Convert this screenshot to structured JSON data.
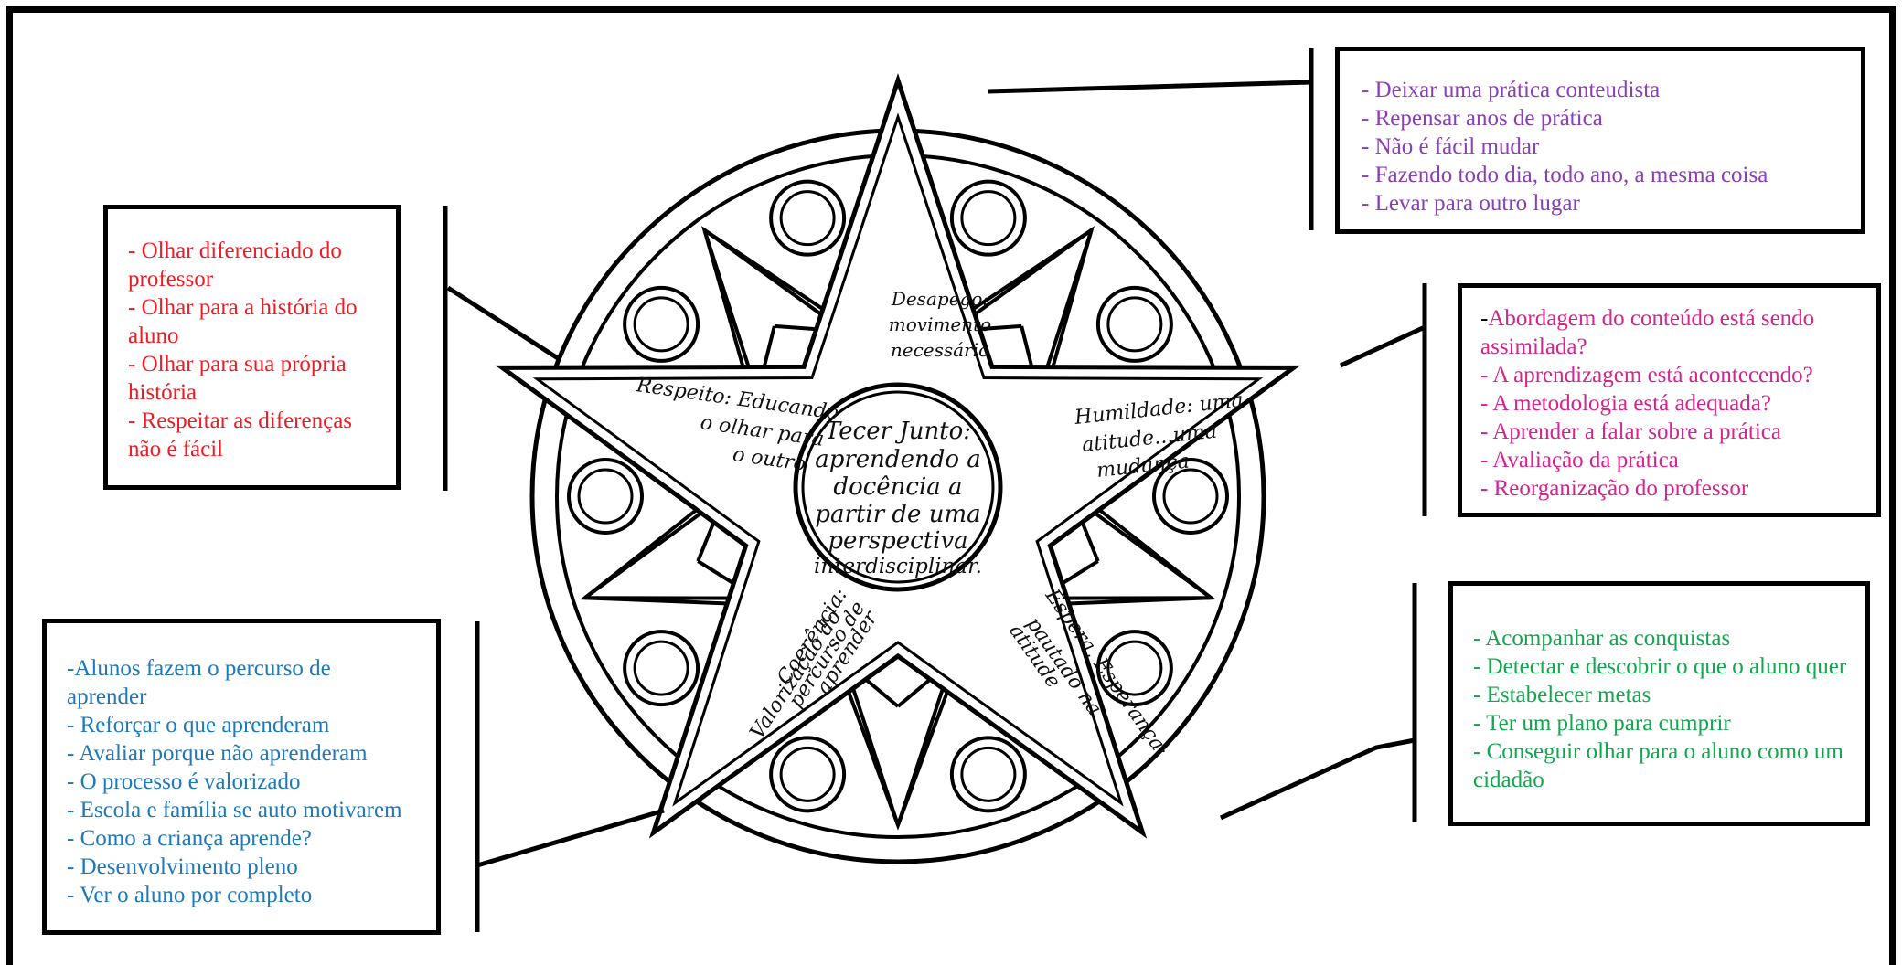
{
  "center": {
    "lines": [
      "Tecer Junto:",
      "aprendendo a",
      "docência a",
      "partir de uma",
      "perspectiva",
      "interdisciplinar."
    ]
  },
  "points": {
    "top": [
      "Desapego:",
      "movimento",
      "necessário"
    ],
    "left": [
      "Respeito: Educando",
      "o olhar para",
      "o outro"
    ],
    "right": [
      "Humildade: uma",
      "atitude...uma",
      "mudança"
    ],
    "bottom_left": [
      "Coerência:",
      "Valorização do",
      "percurso de",
      "aprender"
    ],
    "bottom_right": [
      "Espera, Esperança:",
      "pautado na",
      "atitude"
    ]
  },
  "boxes": {
    "top_left": {
      "color": "#ee1c24",
      "lines": [
        "- Olhar diferenciado do",
        "professor",
        "- Olhar para a história do",
        "aluno",
        "- Olhar para sua própria",
        "história",
        "- Respeitar as diferenças",
        "não é fácil"
      ]
    },
    "top_right": {
      "color": "#8a3fb5",
      "lines": [
        "- Deixar uma prática conteudista",
        "- Repensar anos de prática",
        "- Não é fácil mudar",
        "- Fazendo todo dia, todo ano, a mesma coisa",
        "- Levar para outro lugar"
      ]
    },
    "middle_right": {
      "color": "#d6248e",
      "first_prefix": "-",
      "first_rest": "Abordagem do conteúdo está sendo",
      "lines": [
        "assimilada?",
        "- A aprendizagem está acontecendo?",
        "- A metodologia está adequada?",
        "- Aprender a falar sobre a prática",
        "- Avaliação da prática",
        "- Reorganização do professor"
      ]
    },
    "bottom_left": {
      "color": "#1f78b9",
      "lines": [
        "-Alunos fazem o percurso de",
        "aprender",
        "- Reforçar o que aprenderam",
        "- Avaliar porque não aprenderam",
        "- O processo é valorizado",
        "- Escola e família se auto motivarem",
        "- Como a criança aprende?",
        "- Desenvolvimento pleno",
        "- Ver o aluno por completo"
      ]
    },
    "bottom_right": {
      "color": "#12a64e",
      "lines": [
        "- Acompanhar as conquistas",
        "- Detectar e descobrir o que o aluno quer",
        "- Estabelecer metas",
        "- Ter um plano para cumprir",
        "- Conseguir olhar para o aluno como um",
        "cidadão"
      ]
    }
  }
}
